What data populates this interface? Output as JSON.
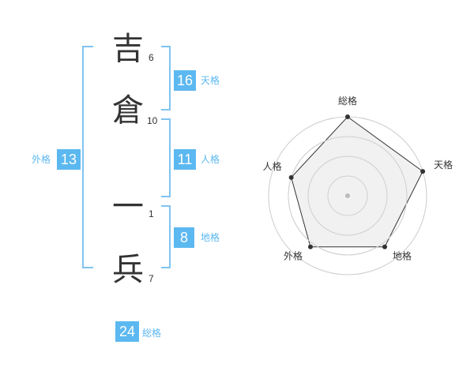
{
  "name": {
    "chars": [
      {
        "char": "吉",
        "strokes": "6"
      },
      {
        "char": "倉",
        "strokes": "10"
      },
      {
        "char": "一",
        "strokes": "1"
      },
      {
        "char": "兵",
        "strokes": "7"
      }
    ]
  },
  "fortune": {
    "tenkaku": {
      "value": "16",
      "label": "天格"
    },
    "jinkaku": {
      "value": "11",
      "label": "人格"
    },
    "chikaku": {
      "value": "8",
      "label": "地格"
    },
    "gaikaku": {
      "value": "13",
      "label": "外格"
    },
    "soukaku": {
      "value": "24",
      "label": "総格"
    }
  },
  "colors": {
    "accent": "#5cb8f0",
    "bracket": "#80c4f0",
    "text": "#333333",
    "radar_fill": "#efefef",
    "radar_ring": "#cccccc"
  },
  "chart_data": {
    "type": "radar",
    "axes": [
      "総格",
      "天格",
      "地格",
      "外格",
      "人格"
    ],
    "values": [
      1.0,
      1.0,
      0.8,
      0.8,
      0.75
    ],
    "range": [
      0,
      1
    ],
    "rings": 4
  }
}
